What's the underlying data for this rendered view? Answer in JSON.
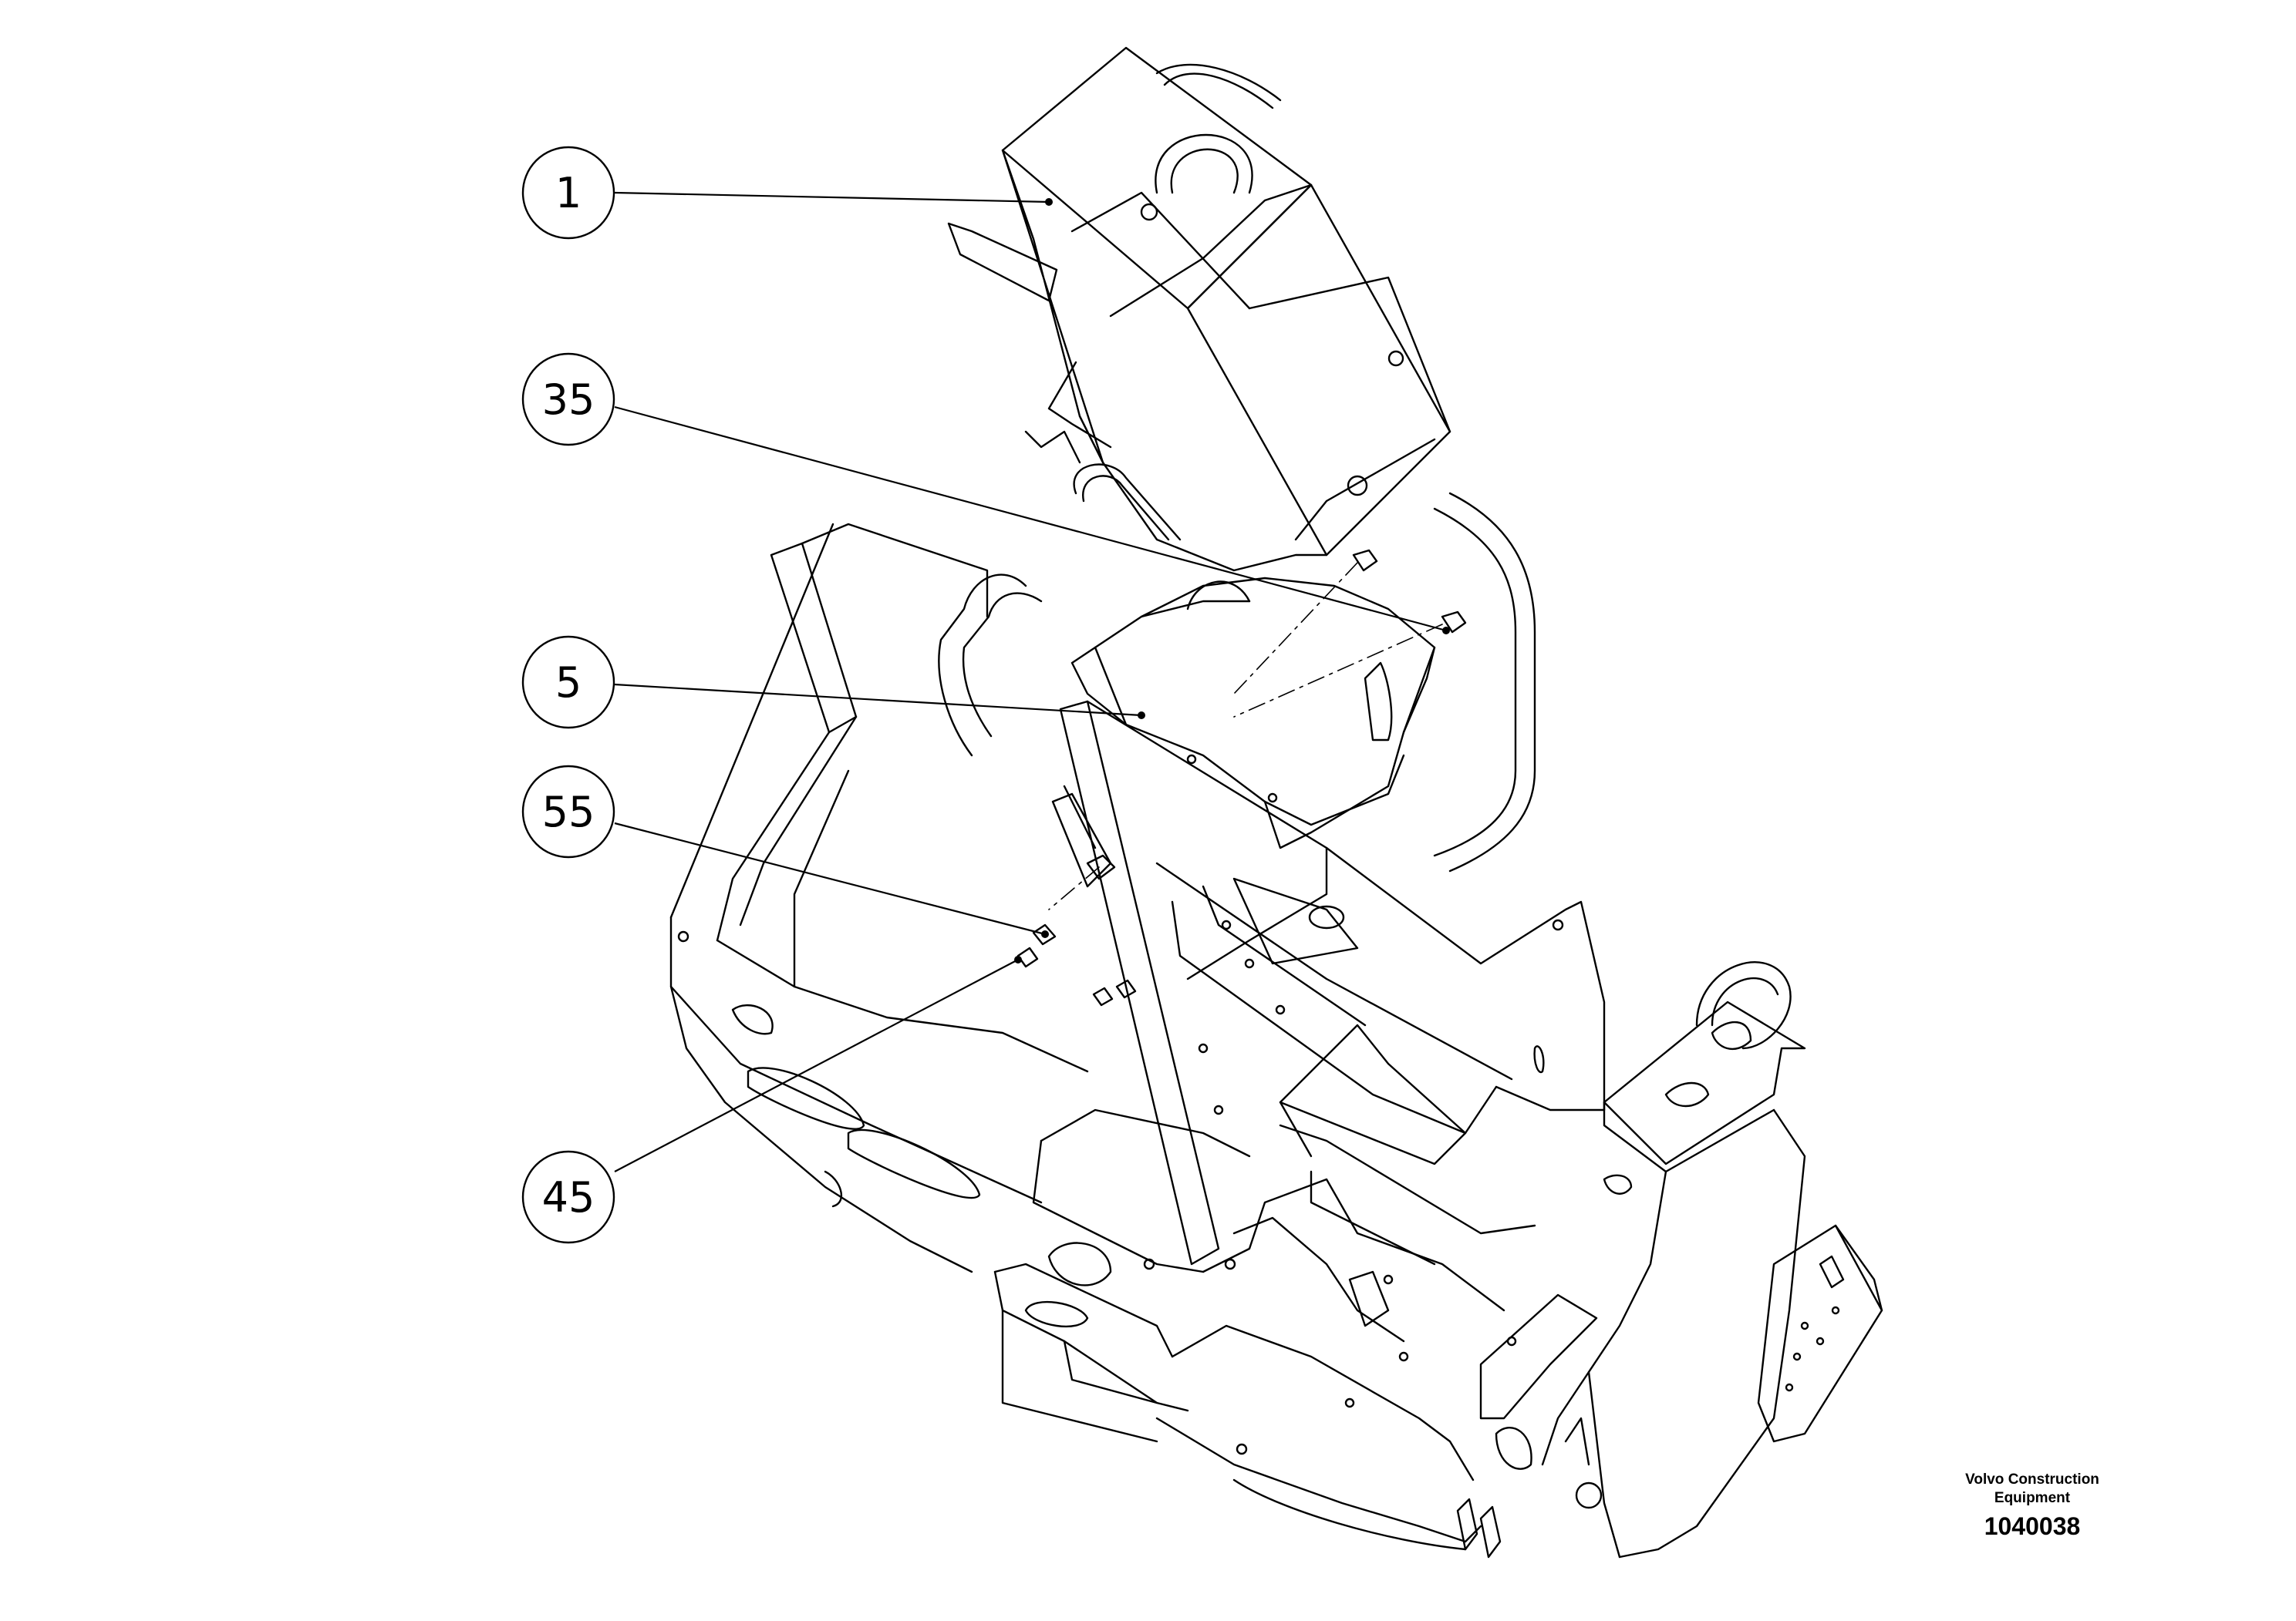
{
  "callouts": [
    {
      "id": "c1",
      "label": "1"
    },
    {
      "id": "c35",
      "label": "35"
    },
    {
      "id": "c5",
      "label": "5"
    },
    {
      "id": "c55",
      "label": "55"
    },
    {
      "id": "c45",
      "label": "45"
    }
  ],
  "footer": {
    "brand_line1": "Volvo Construction",
    "brand_line2": "Equipment",
    "drawing_number": "1040038"
  },
  "colors": {
    "line": "#000000",
    "background": "#ffffff"
  }
}
